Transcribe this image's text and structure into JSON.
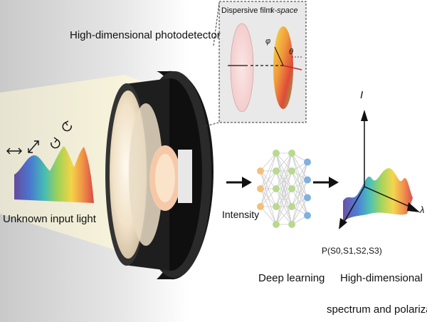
{
  "title": "High-dimensional photodetector",
  "input": {
    "label": "Unknown input light",
    "polarization_icons": [
      "horizontal-arrow",
      "diagonal-arrow",
      "circular-arrow",
      "circular-arrow"
    ]
  },
  "inset": {
    "left_label": "Dispersive film",
    "right_label": "k-space",
    "angle_1": "φ",
    "angle_2": "θ"
  },
  "intensity_label": "Intensity",
  "network": {
    "label": "Deep learning",
    "layers": [
      3,
      5,
      5,
      4
    ]
  },
  "output": {
    "axis_i": "I",
    "axis_lambda": "λ",
    "axis_p": "P(S0,S1,S2,S3)",
    "label_line1": "High-dimensional",
    "label_line2": "spectrum and polarization"
  },
  "colors": {
    "node_orange": "#f2c07a",
    "node_green": "#b8d98e",
    "node_blue": "#7fb0e0",
    "ink": "#111111"
  }
}
